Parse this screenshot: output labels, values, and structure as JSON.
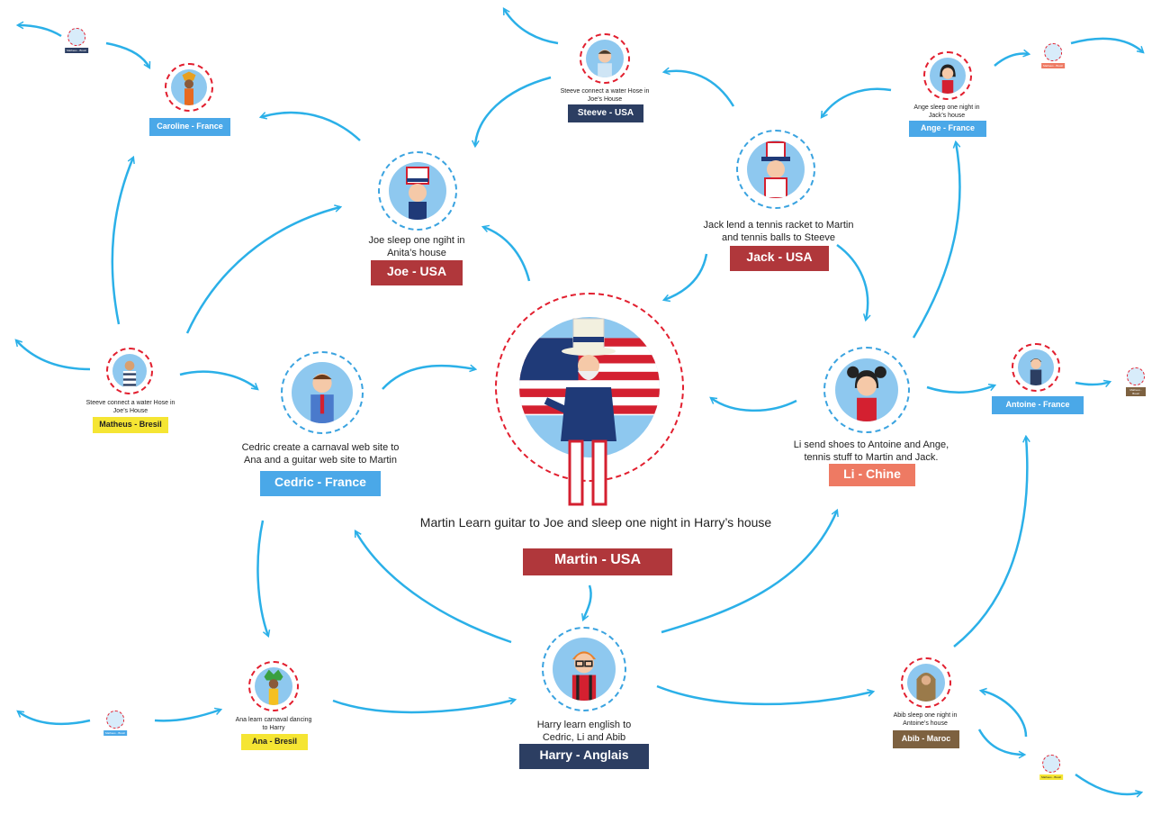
{
  "colors": {
    "arrow": "#2bb0e8",
    "dashed_blue": "#3aa3e0",
    "dashed_red": "#e21f2f",
    "usa": "#b0373b",
    "navy": "#2c3e62",
    "france": "#4aa8e8",
    "bresil": "#f5e533",
    "chine": "#ee7a63",
    "maroc": "#7d6140"
  },
  "nodes": {
    "martin": {
      "desc": "Martin Learn guitar to Joe and sleep one night in Harry’s house",
      "label": "Martin - USA",
      "avatar": "uncle-sam-icon"
    },
    "joe": {
      "desc": "Joe sleep one ngiht in Anita’s house",
      "label": "Joe - USA",
      "avatar": "uncle-sam-boy-icon"
    },
    "steeve_usa": {
      "desc": "Steeve connect a water Hose in Joe’s House",
      "label": "Steeve - USA",
      "avatar": "man-avatar-icon"
    },
    "jack": {
      "desc": "Jack lend a tennis racket to Martin and tennis balls to Steeve",
      "label": "Jack - USA",
      "avatar": "boy-uncle-sam-hat-icon"
    },
    "ange": {
      "desc": "Ange sleep one night in Jack’s house",
      "label": "Ange - France",
      "avatar": "woman-avatar-icon"
    },
    "caroline": {
      "label": "Caroline - France",
      "avatar": "carnival-dancer-icon"
    },
    "cedric": {
      "desc": "Cedric create a carnaval web site to Ana and a guitar web site to Martin",
      "label": "Cedric - France",
      "avatar": "businessman-icon"
    },
    "matheus": {
      "desc": "Steeve connect a water Hose in Joe’s House",
      "label": "Matheus - Bresil",
      "avatar": "striped-shirt-man-icon"
    },
    "li": {
      "desc": "Li send shoes to Antoine and Ange, tennis stuff to Martin and Jack.",
      "label": "Li - Chine",
      "avatar": "chinese-girl-icon"
    },
    "antoine": {
      "label": "Antoine - France",
      "avatar": "young-man-icon"
    },
    "harry": {
      "desc": "Harry learn english to Cedric, Li and Abib",
      "label": "Harry - Anglais",
      "avatar": "redhead-glasses-man-icon"
    },
    "ana": {
      "desc": "Ana learn carnaval dancing to Harry",
      "label": "Ana - Bresil",
      "avatar": "samba-dancer-icon"
    },
    "abib": {
      "desc": "Abib sleep one night in Antoine’s house",
      "label": "Abib - Maroc",
      "avatar": "veiled-woman-icon"
    }
  },
  "small_nodes": [
    {
      "label": "Matheus - Bresil",
      "avatar": "small-avatar-icon"
    },
    {
      "label": "Matheus - Bresil",
      "avatar": "small-avatar-icon"
    },
    {
      "label": "Matheus - Bresil",
      "avatar": "small-avatar-icon"
    },
    {
      "label": "Matheus - Bresil",
      "avatar": "small-avatar-icon"
    },
    {
      "label": "Matheus - Bresil",
      "avatar": "small-avatar-icon"
    }
  ]
}
